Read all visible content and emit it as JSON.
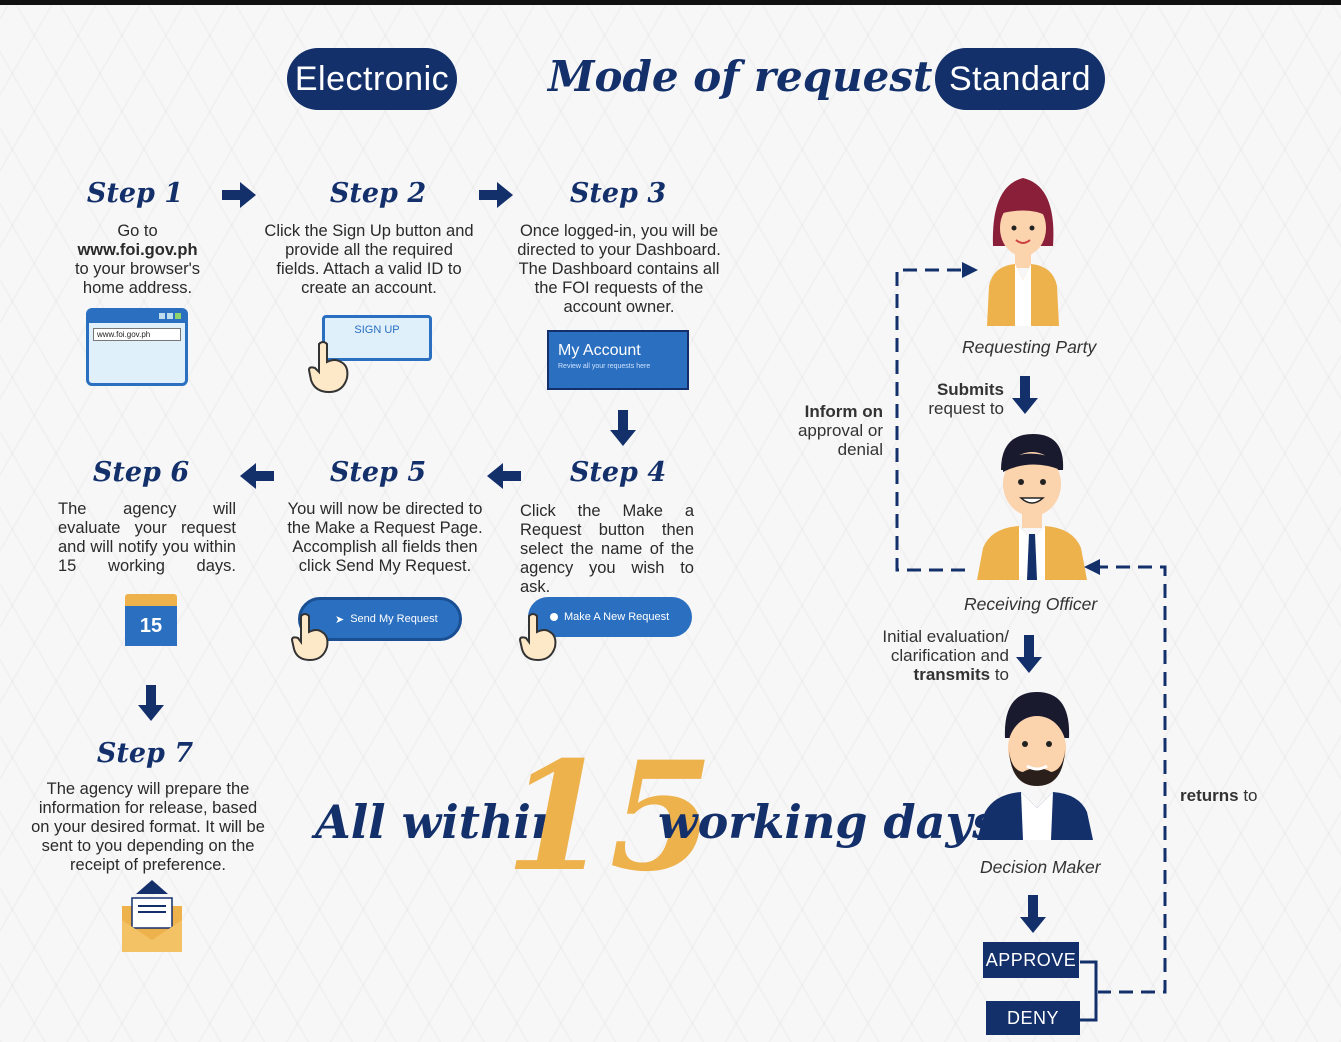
{
  "header": {
    "electronic": "Electronic",
    "title": "Mode of request",
    "standard": "Standard"
  },
  "steps": [
    {
      "title": "Step 1",
      "lines": [
        "Go to",
        "www.foi.gov.ph",
        "to your browser's",
        "home address."
      ]
    },
    {
      "title": "Step 2",
      "text": "Click the Sign Up button and provide all the required fields. Attach a valid ID to create an account."
    },
    {
      "title": "Step 3",
      "text": "Once logged-in, you will be directed to your Dashboard. The Dashboard contains all the FOI requests of the account owner."
    },
    {
      "title": "Step 4",
      "text": "Click the Make a Request button then select the name of the agency you wish to ask."
    },
    {
      "title": "Step 5",
      "text": "You will now be directed to the Make a Request Page. Accomplish all fields then click Send My Request."
    },
    {
      "title": "Step 6",
      "text": "The agency will evaluate your request and will notify you within 15 working days."
    },
    {
      "title": "Step 7",
      "text": "The agency will prepare the information for release, based on your desired format. It will be sent to you depending on the receipt of preference."
    }
  ],
  "mock": {
    "browser_url": "www.foi.gov.ph",
    "signup": "SIGN UP",
    "account_title": "My Account",
    "account_sub": "Review all your requests here",
    "make_request": "Make A New Request",
    "send_request": "Send My Request",
    "calendar_day": "15"
  },
  "banner": {
    "all_within": "All within",
    "number": "15",
    "working_days": "working days"
  },
  "standard_flow": {
    "requesting_party": "Requesting Party",
    "submits_bold": "Submits",
    "submits_rest": "request to",
    "receiving_officer": "Receiving Officer",
    "inform_bold": "Inform on",
    "inform_rest_1": "approval or",
    "inform_rest_2": "denial",
    "initial_1": "Initial evaluation/",
    "initial_2": "clarification and",
    "transmits_bold": "transmits",
    "transmits_rest": "to",
    "decision_maker": "Decision Maker",
    "approve": "APPROVE",
    "deny": "DENY",
    "returns_bold": "returns",
    "returns_rest": "to"
  },
  "colors": {
    "navy": "#13306b",
    "gold": "#eeb24d",
    "blue_mock": "#2a6fc0"
  }
}
